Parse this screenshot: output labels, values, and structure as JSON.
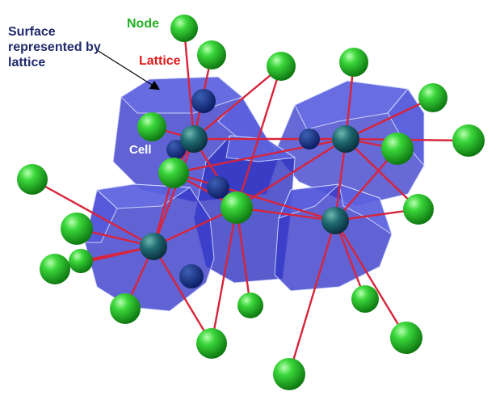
{
  "labels": {
    "surface": "Surface represented by lattice",
    "node": "Node",
    "lattice": "Lattice",
    "cell": "Cell"
  },
  "colors": {
    "surface_label": "#1f2a6b",
    "node_label": "#22b022",
    "lattice_label": "#e01b1b",
    "cell_label": "#ffffff",
    "cell_fill": "#3b3fd6",
    "node_fill": "#20c020",
    "inner_node_fill": "#1e5f66",
    "lattice_line": "#d8243b"
  }
}
